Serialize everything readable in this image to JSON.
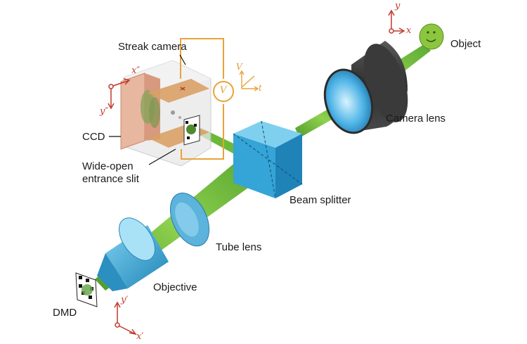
{
  "labels": {
    "streak_camera": "Streak camera",
    "ccd": "CCD",
    "slit": "Wide-open entrance slit",
    "beam_splitter": "Beam splitter",
    "camera_lens": "Camera lens",
    "object": "Object",
    "tube_lens": "Tube lens",
    "objective": "Objective",
    "dmd": "DMD"
  },
  "axes": {
    "object_frame": {
      "y": "y",
      "x": "x"
    },
    "ccd_frame": {
      "x": "x″",
      "y": "y″"
    },
    "dmd_frame": {
      "y": "y′",
      "x": "x′"
    },
    "sweep": {
      "v": "V",
      "t": "t",
      "volt": "V"
    }
  },
  "colors": {
    "beam": "#7dc242",
    "optics_blue": "#3fa9d6",
    "axis_red": "#c0392b",
    "sweep_orange": "#e8a33a",
    "lens_dark": "#3a3a3a"
  }
}
